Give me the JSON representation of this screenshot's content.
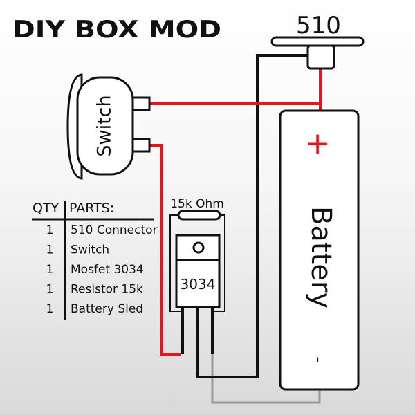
{
  "title": "DIY BOX MOD",
  "connector_label": "510",
  "switch_label": "Switch",
  "resistor_label": "15k Ohm",
  "mosfet_label": "3034",
  "battery_label": "Battery",
  "battery_positive": "+",
  "battery_negative": "-",
  "parts_table": {
    "qty_header": "QTY",
    "parts_header": "PARTS:",
    "rows": [
      {
        "qty": "1",
        "part": "510 Connector"
      },
      {
        "qty": "1",
        "part": "Switch"
      },
      {
        "qty": "1",
        "part": "Mosfet 3034"
      },
      {
        "qty": "1",
        "part": "Resistor 15k"
      },
      {
        "qty": "1",
        "part": "Battery Sled"
      }
    ]
  },
  "colors": {
    "positive_wire": "#e8141c",
    "negative_wire": "#111111",
    "gate_wire": "#999999",
    "outline": "#111111",
    "fill": "#ffffff"
  }
}
